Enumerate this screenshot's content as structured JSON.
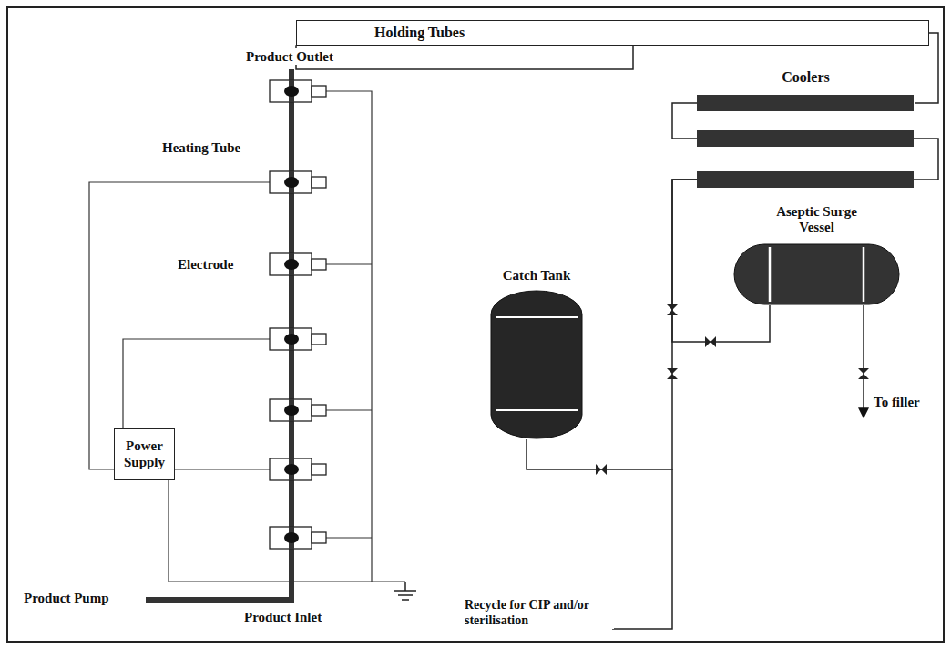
{
  "diagram": {
    "nodes": [
      {
        "text": [
          "Holding Tubes"
        ]
      },
      {
        "text": [
          "Coolers"
        ]
      },
      {
        "text": [
          "Catch Tank"
        ]
      },
      {
        "text": [
          "Aseptic Surge Vessel"
        ]
      },
      {
        "text": [
          "Power Supply"
        ]
      }
    ],
    "edges": [
      {
        "from": 0,
        "to": 1,
        "arrow": "none"
      },
      {
        "from": 1,
        "to": 3,
        "arrow": "none"
      },
      {
        "from": 1,
        "to": 2,
        "arrow": "none"
      }
    ],
    "labels": [
      "Product Outlet",
      "Heating Tube",
      "Electrode",
      "To filler",
      "Product Pump",
      "Product Inlet",
      "Recycle for CIP and/or sterilisation"
    ]
  }
}
